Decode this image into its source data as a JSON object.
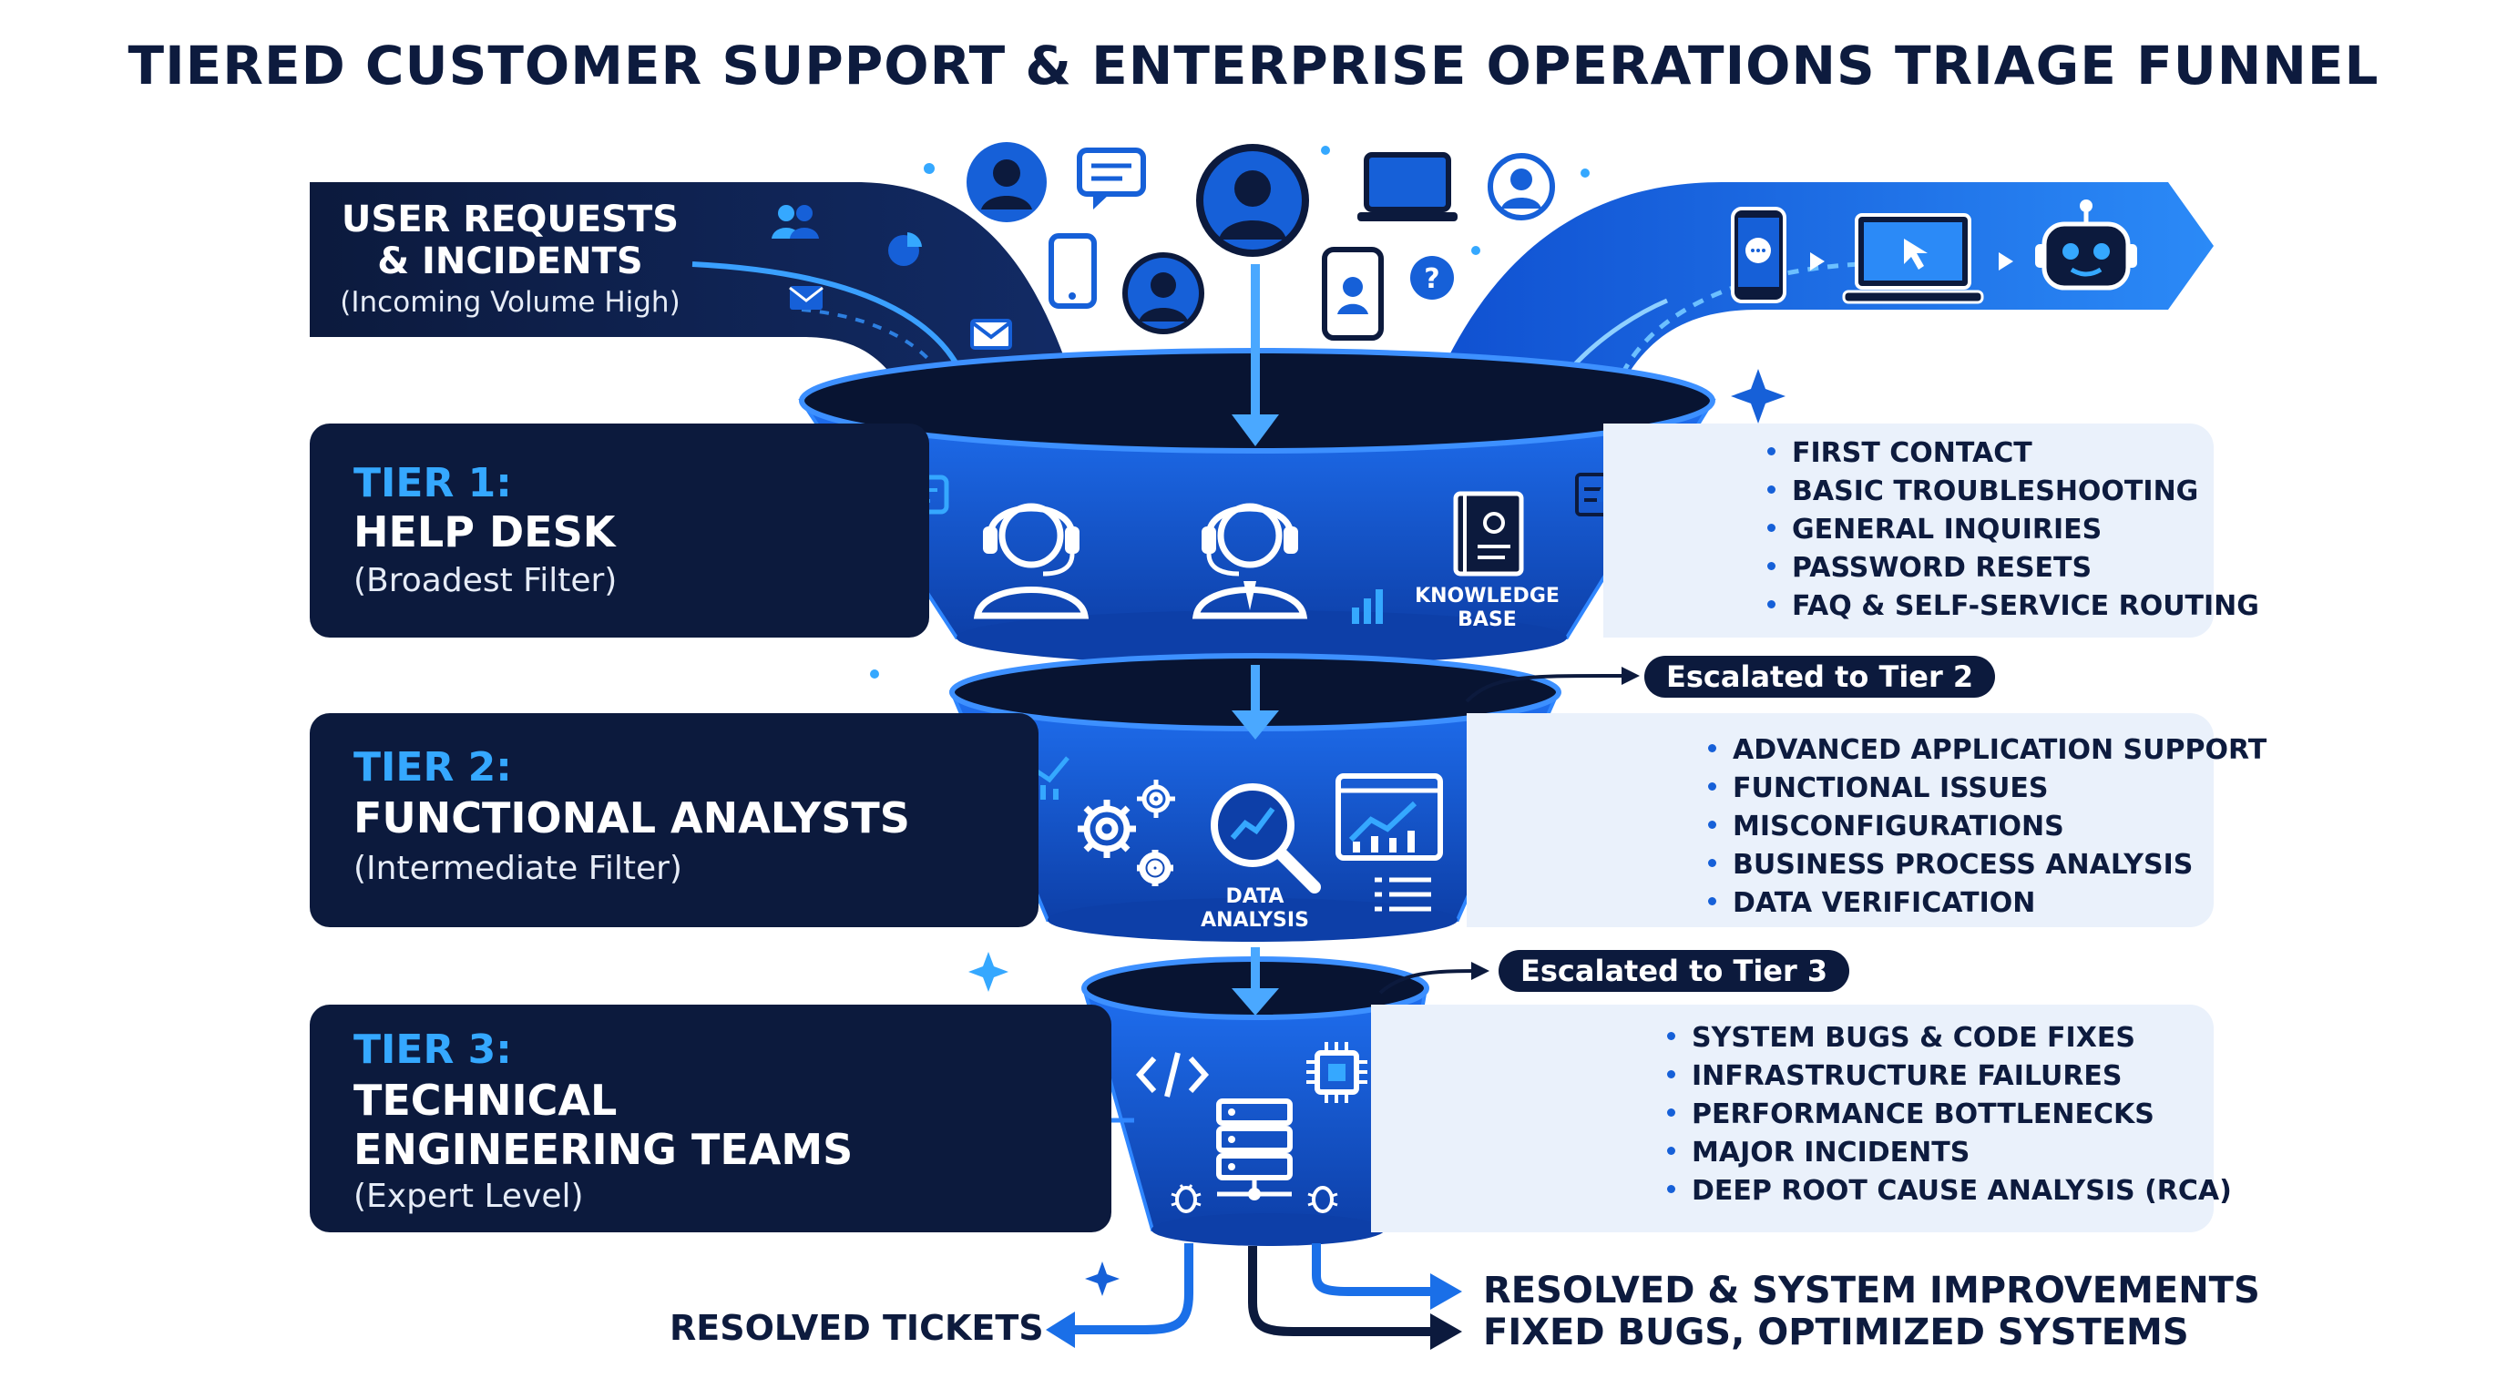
{
  "title": "TIERED CUSTOMER SUPPORT & ENTERPRISE OPERATIONS TRIAGE FUNNEL",
  "intake": {
    "title_line1": "USER REQUESTS",
    "title_line2": "& INCIDENTS",
    "subtitle": "(Incoming Volume High)"
  },
  "tiers": [
    {
      "label": "TIER 1:",
      "name": "HELP DESK",
      "subtitle": "(Broadest Filter)",
      "funnel_label": "KNOWLEDGE BASE",
      "items": [
        "FIRST CONTACT",
        "BASIC TROUBLESHOOTING",
        "GENERAL INQUIRIES",
        "PASSWORD RESETS",
        "FAQ & SELF-SERVICE ROUTING"
      ]
    },
    {
      "label": "TIER 2:",
      "name": "FUNCTIONAL ANALYSTS",
      "subtitle": "(Intermediate Filter)",
      "funnel_label": "DATA ANALYSIS",
      "escalation": "Escalated to Tier 2",
      "items": [
        "ADVANCED APPLICATION SUPPORT",
        "FUNCTIONAL ISSUES",
        "MISCONFIGURATIONS",
        "BUSINESS PROCESS ANALYSIS",
        "DATA VERIFICATION"
      ]
    },
    {
      "label": "TIER 3:",
      "name_line1": "TECHNICAL",
      "name_line2": "ENGINEERING TEAMS",
      "subtitle": "(Expert Level)",
      "escalation": "Escalated to Tier 3",
      "items": [
        "SYSTEM BUGS & CODE FIXES",
        "INFRASTRUCTURE FAILURES",
        "PERFORMANCE BOTTLENECKS",
        "MAJOR INCIDENTS",
        "DEEP ROOT CAUSE ANALYSIS (RCA)"
      ]
    }
  ],
  "outputs": {
    "resolved_tickets": "RESOLVED TICKETS",
    "improvements_line1": "RESOLVED & SYSTEM IMPROVEMENTS",
    "improvements_line2": "FIXED BUGS, OPTIMIZED SYSTEMS"
  },
  "icons": [
    "user-avatar-icon",
    "chat-bubble-icon",
    "laptop-icon",
    "phone-icon",
    "help-icon",
    "email-icon",
    "pie-chart-icon",
    "chatbot-icon",
    "headset-agent-icon",
    "knowledge-base-book-icon",
    "gear-icon",
    "magnifier-chart-icon",
    "dashboard-icon",
    "code-icon",
    "cpu-chip-icon",
    "server-icon",
    "bug-icon"
  ],
  "colors": {
    "navy": "#0c1a3d",
    "accent_blue": "#1660d8",
    "light_blue": "#35a8ff",
    "panel_bg": "#eaf1fb"
  }
}
